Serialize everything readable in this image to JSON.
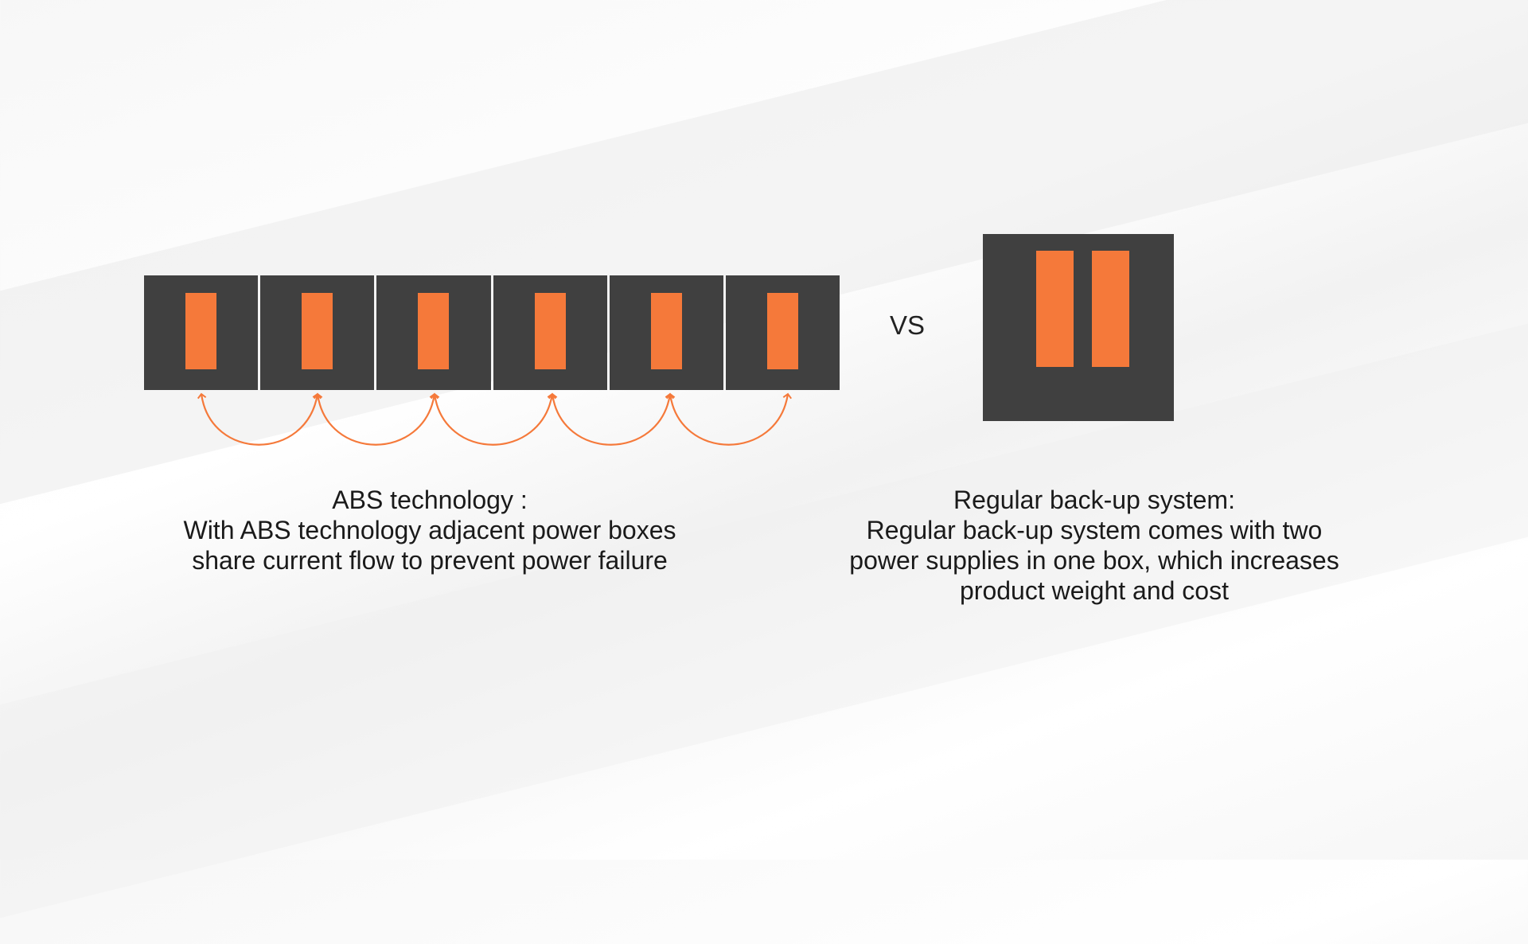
{
  "comparison_label": "VS",
  "abs": {
    "title": "ABS technology :",
    "description_lines": [
      "With ABS technology adjacent power boxes",
      "share current flow to prevent power failure"
    ],
    "box_count": 6
  },
  "regular": {
    "title": "Regular back-up system:",
    "description_lines": [
      "Regular back-up system comes with two",
      "power supplies in one box, which increases",
      "product  weight and cost"
    ],
    "supply_count": 2
  },
  "colors": {
    "box": "#404040",
    "power_supply": "#f5793a",
    "abs_arrow": "#f5793a",
    "regular_arrow": "#c8191e",
    "text": "#1a1a1a"
  }
}
